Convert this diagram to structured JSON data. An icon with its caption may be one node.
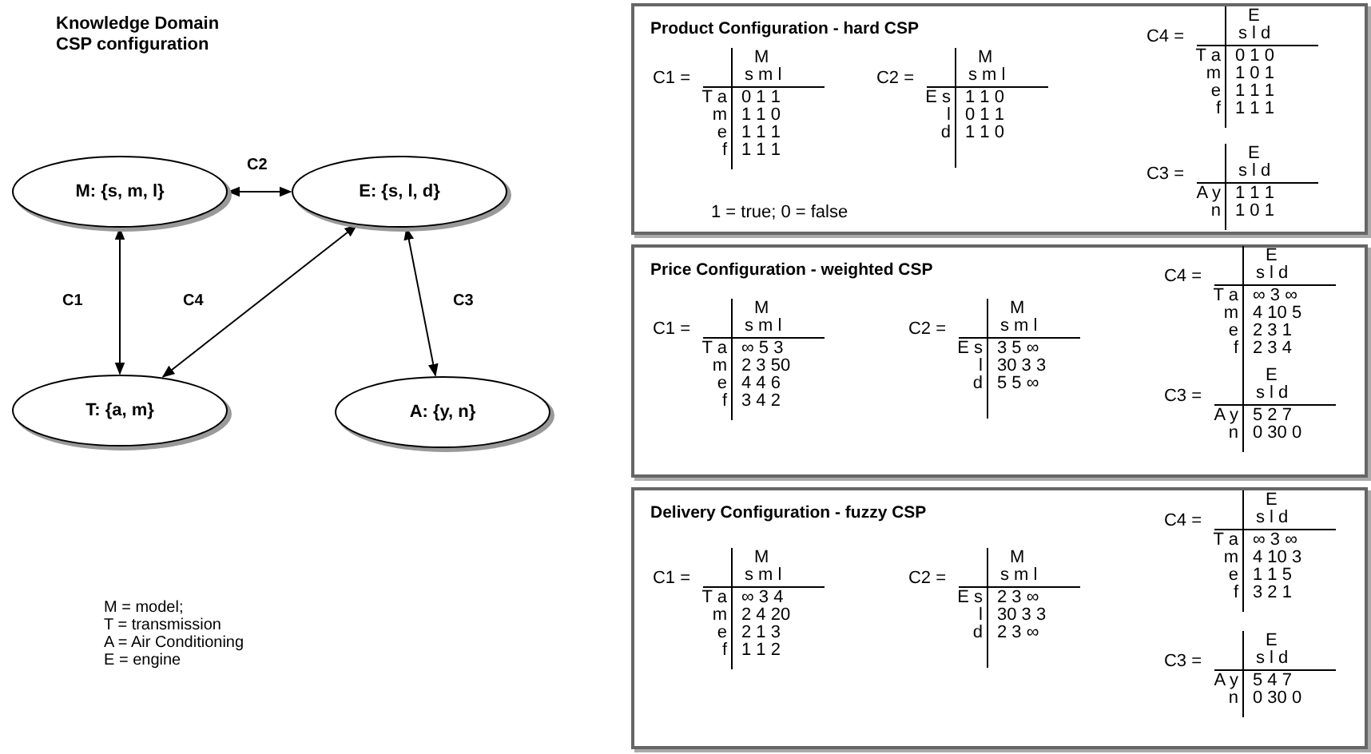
{
  "diagram": {
    "title": "Knowledge Domain CSP configuration",
    "nodes": [
      {
        "text": [
          "M: {s, m, l}"
        ]
      },
      {
        "text": [
          "E: {s, l, d}"
        ]
      },
      {
        "text": [
          "T: {a, m}"
        ]
      },
      {
        "text": [
          "A: {y, n}"
        ]
      },
      {
        "text": [
          "Product Configuration - hard CSP"
        ]
      },
      {
        "text": [
          "Price Configuration - weighted CSP"
        ]
      },
      {
        "text": [
          "Delivery Configuration - fuzzy CSP"
        ]
      }
    ],
    "edges": [
      {
        "from": 0,
        "to": 1,
        "arrow": "both",
        "label": "C2"
      },
      {
        "from": 0,
        "to": 2,
        "arrow": "both",
        "label": "C1"
      },
      {
        "from": 1,
        "to": 2,
        "arrow": "both",
        "label": "C4"
      },
      {
        "from": 1,
        "to": 3,
        "arrow": "both",
        "label": "C3"
      }
    ],
    "labels": [
      "C1 =",
      "M",
      "s m l",
      "T a",
      "m",
      "e",
      "f",
      "0 1 1",
      "1 1 0",
      "1 1 1",
      "1 1 1",
      "C2 =",
      "M",
      "s m l",
      "E s",
      "l",
      "d",
      "1 1 0",
      "0 1 1",
      "1 1 0",
      "1 = true; 0 = false",
      "C4 =",
      "E",
      "s l d",
      "T a",
      "m",
      "e",
      "f",
      "0 1 0",
      "1 0 1",
      "1 1 1",
      "1 1 1",
      "C3 =",
      "E",
      "s l d",
      "A y",
      "n",
      "1 1 1",
      "1 0 1",
      "C1 =",
      "M",
      "s m l",
      "T a",
      "m",
      "e",
      "f",
      "∞ 5 3",
      "2 3 50",
      "4 4 6",
      "3 4 2",
      "C2 =",
      "M",
      "s m l",
      "E s",
      "l",
      "d",
      "3 5 ∞",
      "30 3 3",
      "5 5 ∞",
      "C4 =",
      "E",
      "s l d",
      "T a",
      "m",
      "e",
      "f",
      "∞ 3 ∞",
      "4 10 5",
      "2 3 1",
      "2 3 4",
      "C3 =",
      "E",
      "s l d",
      "A y",
      "n",
      "5 2 7",
      "0 30 0",
      "C1 =",
      "M",
      "s m l",
      "T a",
      "m",
      "e",
      "f",
      "∞ 3 4",
      "2 4 20",
      "2 1 3",
      "1 1 2",
      "C2 =",
      "M",
      "s m l",
      "E s",
      "l",
      "d",
      "2 3 ∞",
      "30 3 3",
      "2 3 ∞",
      "C4 =",
      "E",
      "s l d",
      "T a",
      "m",
      "e",
      "f",
      "∞ 3 ∞",
      "4 10 3",
      "1 1 5",
      "3 2 1",
      "C3 =",
      "E",
      "s l d",
      "A y",
      "n",
      "5 4 7",
      "0 30 0",
      "M = model;",
      "T = transmission",
      "A = Air Conditioning",
      "E = engine"
    ]
  }
}
